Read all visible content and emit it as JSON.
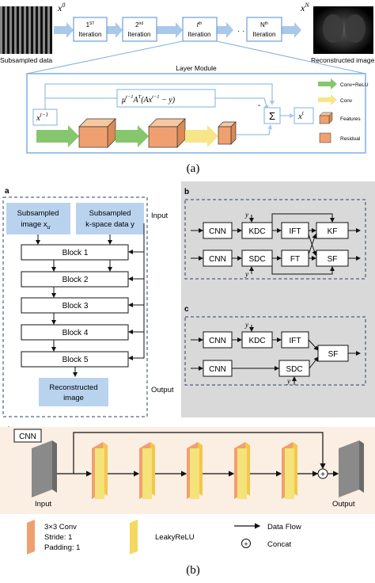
{
  "part_a": {
    "x0": "x",
    "x0_sup": "0",
    "xN": "x",
    "xN_sup": "N",
    "input_caption": "Subsampled data",
    "output_caption": "Reconstructed image",
    "iterations": [
      {
        "top": "1",
        "sup": "ST",
        "bottom": "Iteration"
      },
      {
        "top": "2",
        "sup": "nd",
        "bottom": "Iteration"
      },
      {
        "top": "t",
        "sup": "th",
        "bottom": "Iteration"
      },
      {
        "top": "N",
        "sup": "th",
        "bottom": "Iteration"
      }
    ],
    "layer_module_title": "Layer Module",
    "xt_minus_1": "x",
    "xt_minus_1_sup": "t−1",
    "formula": "μ^{t−1} A^T (Ax^{t−1} − y)",
    "formula_parts": {
      "mu": "μ",
      "mu_sup": "t−1",
      "A": "A",
      "A_sup": "T",
      "body": "(Ax",
      "body_sup": "t−1",
      "tail": " − y)"
    },
    "sum_symbol": "Σ",
    "minus_sign": "-",
    "xt": "x",
    "xt_sup": "t",
    "legend": [
      {
        "label": "Conv+ReLU",
        "color": "#86c66c"
      },
      {
        "label": "Conv",
        "color": "#f7e58a"
      },
      {
        "label": "Features",
        "color": "#f0a070"
      },
      {
        "label": "Residual",
        "color": "#f0a070"
      }
    ],
    "caption": "(a)"
  },
  "part_b": {
    "label_a": "a",
    "label_b": "b",
    "label_c": "c",
    "label_d": "d",
    "input_image_line1": "Subsampled",
    "input_image_line2": "image x",
    "input_image_sub": "u",
    "input_kspace_line1": "Subsampled",
    "input_kspace_line2": "k-space data y",
    "input_label": "Input",
    "output_label": "Output",
    "blocks": [
      "Block 1",
      "Block 2",
      "Block 3",
      "Block 4",
      "Block 5"
    ],
    "reconstructed_line1": "Reconstructed",
    "reconstructed_line2": "image",
    "b_row1": [
      "CNN",
      "KDC",
      "IFT",
      "KF"
    ],
    "b_row2": [
      "CNN",
      "SDC",
      "FT",
      "SF"
    ],
    "c_row1": [
      "CNN",
      "KDC",
      "IFT"
    ],
    "c_row2": [
      "CNN",
      "SDC"
    ],
    "c_sf": "SF",
    "y": "y",
    "cnn_tag": "CNN",
    "d_input": "Input",
    "d_output": "Output",
    "legend_conv_1": "3×3 Conv",
    "legend_conv_2": "Stride: 1",
    "legend_conv_3": "Padding: 1",
    "legend_leaky": "LeakyReLU",
    "legend_flow": "Data Flow",
    "legend_concat": "Concat",
    "plus_symbol": "+",
    "caption": "(b)"
  },
  "colors": {
    "blue_arrow": "#a9c8ea",
    "iter_border": "#6a9fd8",
    "module_border": "#7fb0e0",
    "green": "#86c66c",
    "yellow": "#f7e58a",
    "orange": "#f0a070",
    "input_box": "#b9d3ef",
    "gray_panel": "#d9d9d9",
    "peach_panel": "#fbeee3"
  }
}
